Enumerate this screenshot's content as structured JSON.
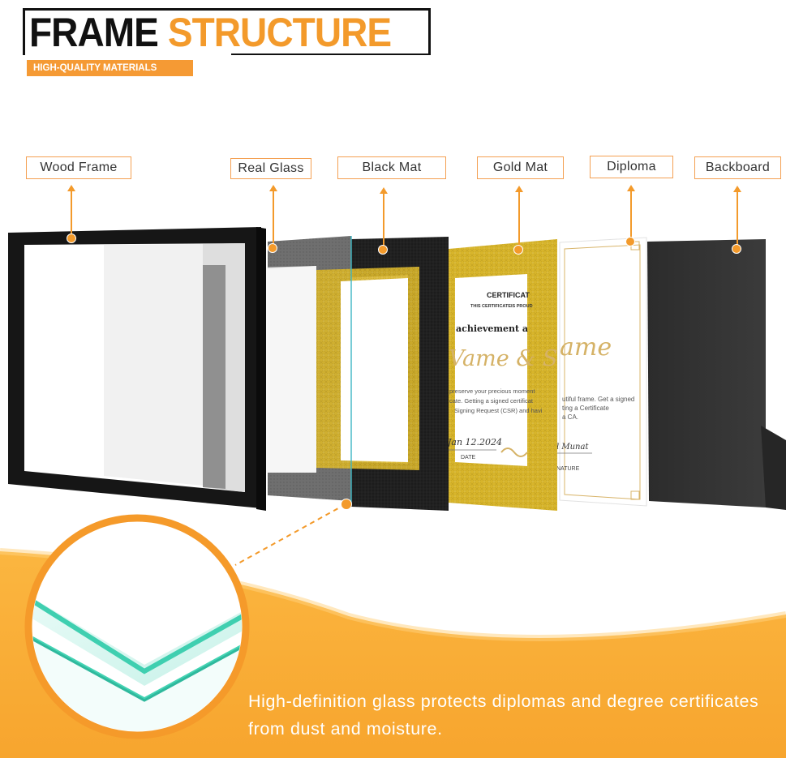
{
  "header": {
    "title_word1": "FRAME",
    "title_word2": "STRUCTURE",
    "tag": "HIGH-QUALITY MATERIALS"
  },
  "labels": {
    "wood_frame": "Wood Frame",
    "real_glass": "Real Glass",
    "black_mat": "Black Mat",
    "gold_mat": "Gold Mat",
    "diploma": "Diploma",
    "backboard": "Backboard"
  },
  "certificate": {
    "heading": "CERTIFICAT",
    "subheading": "THIS CERTIFICATEIS PROUD",
    "achievement": "achievement a",
    "name": "Name & Surname",
    "body_left": [
      "preserve your precious moment",
      "cate. Getting a signed certificat",
      "Signing Request (CSR) and havi"
    ],
    "body_right": [
      "utiful frame. Get a signed",
      "ting a Certificate",
      "a CA."
    ],
    "date_value": "Jan 12.2024",
    "date_label": "DATE",
    "signature_value": "l Munat",
    "signature_label": "NATURE"
  },
  "caption": "High-definition glass protects diplomas and degree certificates from dust and moisture.",
  "colors": {
    "accent": "#f39a2b",
    "frame": "#141414",
    "gold": "#d6b52e",
    "glass_edge": "#3fcfb0"
  }
}
